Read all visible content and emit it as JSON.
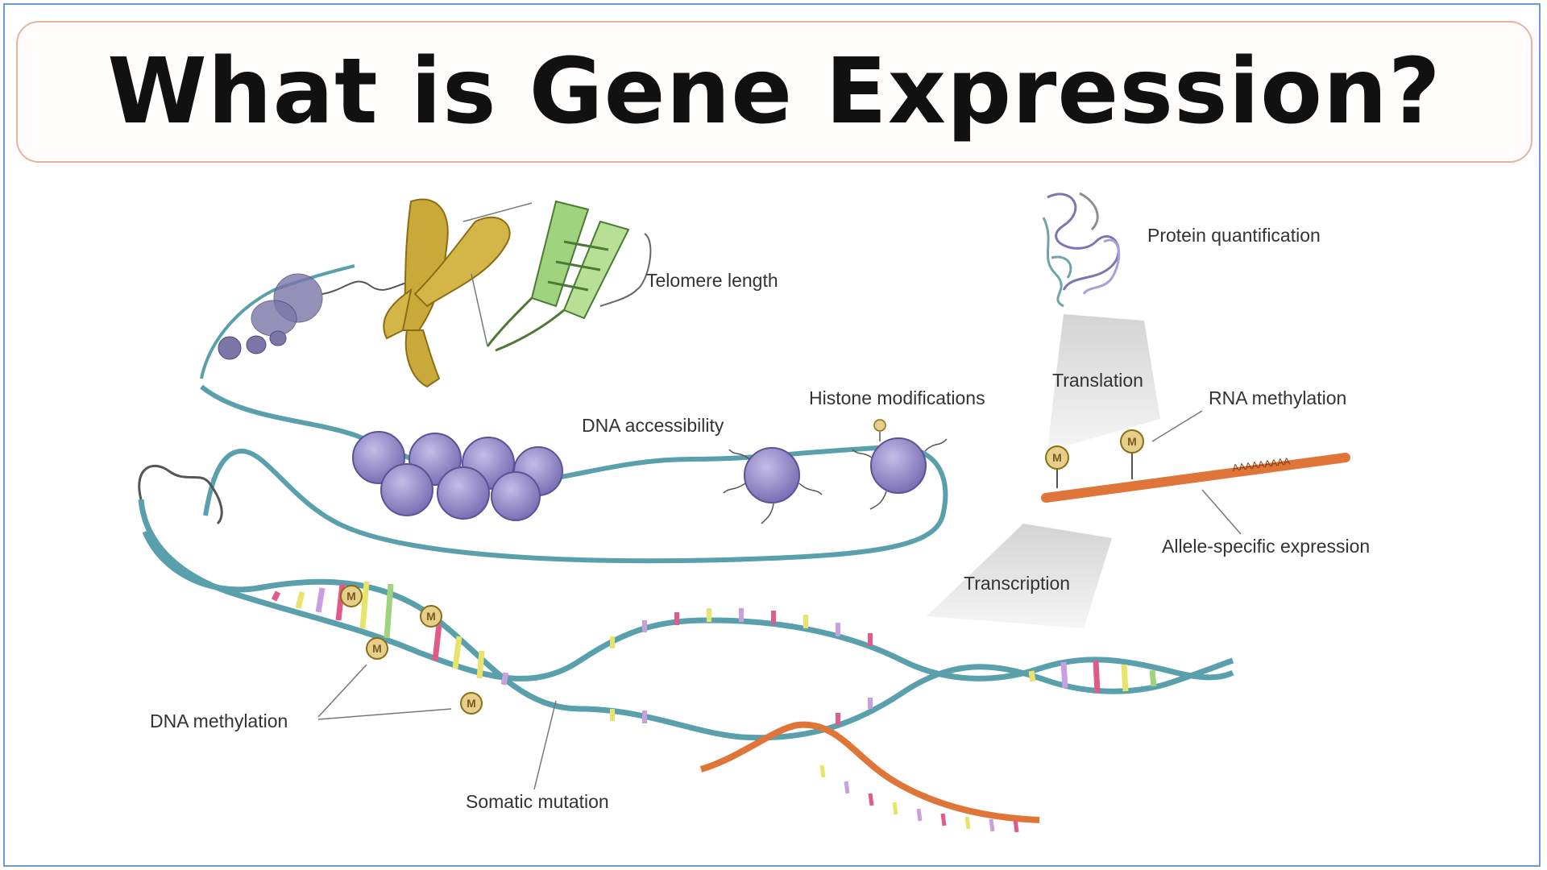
{
  "title": "What is Gene Expression?",
  "labels": {
    "telomere_length": "Telomere length",
    "protein_quantification": "Protein quantification",
    "translation": "Translation",
    "rna_methylation": "RNA methylation",
    "histone_modifications": "Histone modifications",
    "dna_accessibility": "DNA accessibility",
    "allele_specific_expression": "Allele-specific expression",
    "transcription": "Transcription",
    "dna_methylation": "DNA methylation",
    "somatic_mutation": "Somatic mutation"
  },
  "methyl_mark": "M",
  "poly_a": "AAAAAAAAA",
  "colors": {
    "dna_strand": "#5aa0ac",
    "nucleosome": "#8f86c4",
    "chromosome": "#c9a93a",
    "rna": "#e0753a",
    "methyl": "#e6cf8a",
    "telomere": "#9fd37e",
    "frame": "#6d9bd1",
    "title_border": "#e6b49a"
  }
}
